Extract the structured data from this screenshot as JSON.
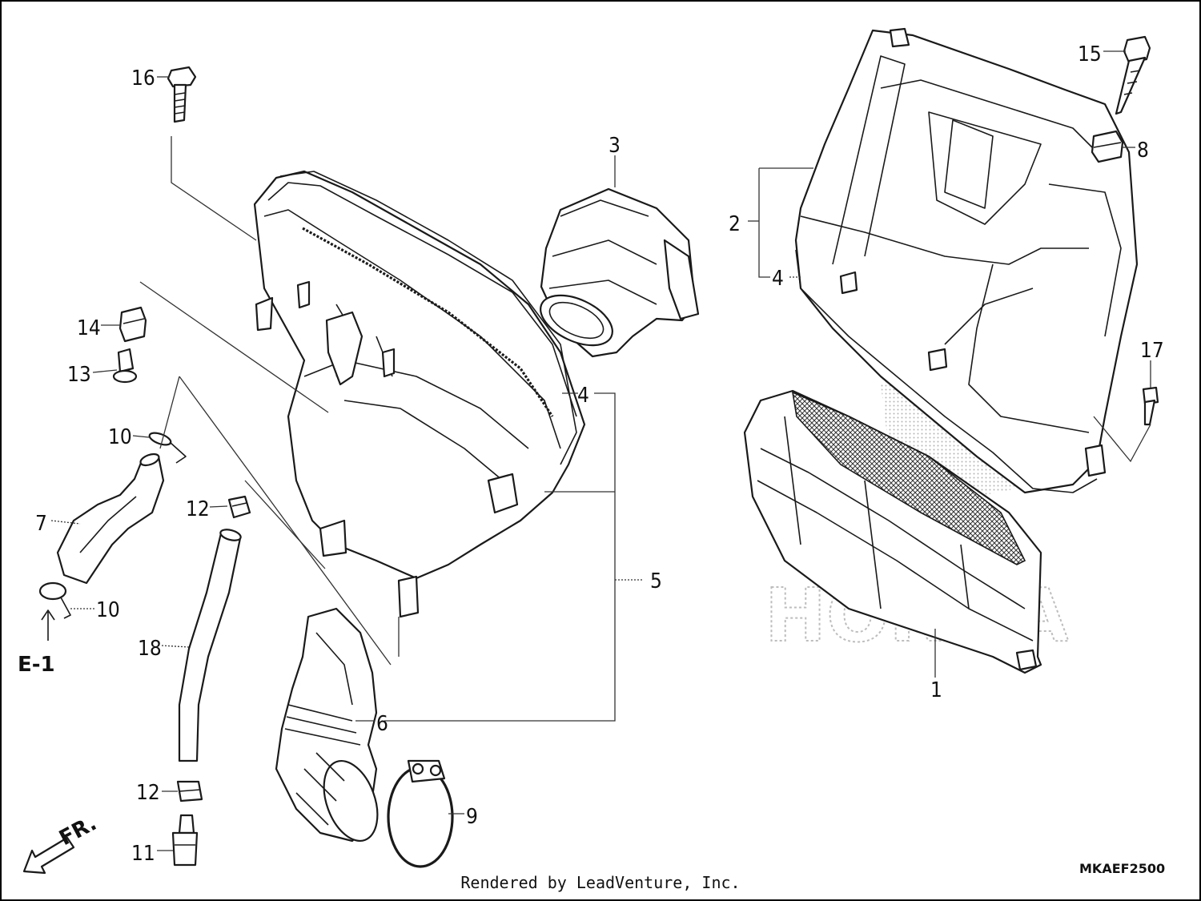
{
  "diagram": {
    "callouts": [
      {
        "id": "1",
        "label": "1"
      },
      {
        "id": "2",
        "label": "2"
      },
      {
        "id": "3",
        "label": "3"
      },
      {
        "id": "4a",
        "label": "4"
      },
      {
        "id": "4b",
        "label": "4"
      },
      {
        "id": "5",
        "label": "5"
      },
      {
        "id": "6",
        "label": "6"
      },
      {
        "id": "7",
        "label": "7"
      },
      {
        "id": "8",
        "label": "8"
      },
      {
        "id": "9",
        "label": "9"
      },
      {
        "id": "10a",
        "label": "10"
      },
      {
        "id": "10b",
        "label": "10"
      },
      {
        "id": "11",
        "label": "11"
      },
      {
        "id": "12a",
        "label": "12"
      },
      {
        "id": "12b",
        "label": "12"
      },
      {
        "id": "13",
        "label": "13"
      },
      {
        "id": "14",
        "label": "14"
      },
      {
        "id": "15",
        "label": "15"
      },
      {
        "id": "16",
        "label": "16"
      },
      {
        "id": "17",
        "label": "17"
      },
      {
        "id": "18",
        "label": "18"
      }
    ],
    "reference": "E-1",
    "front_marker": "FR.",
    "diagram_code": "MKAEF2500",
    "watermark": "HONDA"
  },
  "footer": {
    "credit": "Rendered by LeadVenture, Inc."
  },
  "colors": {
    "line": "#1a1a1a",
    "background": "#ffffff",
    "watermark": "#bdbdbd"
  }
}
